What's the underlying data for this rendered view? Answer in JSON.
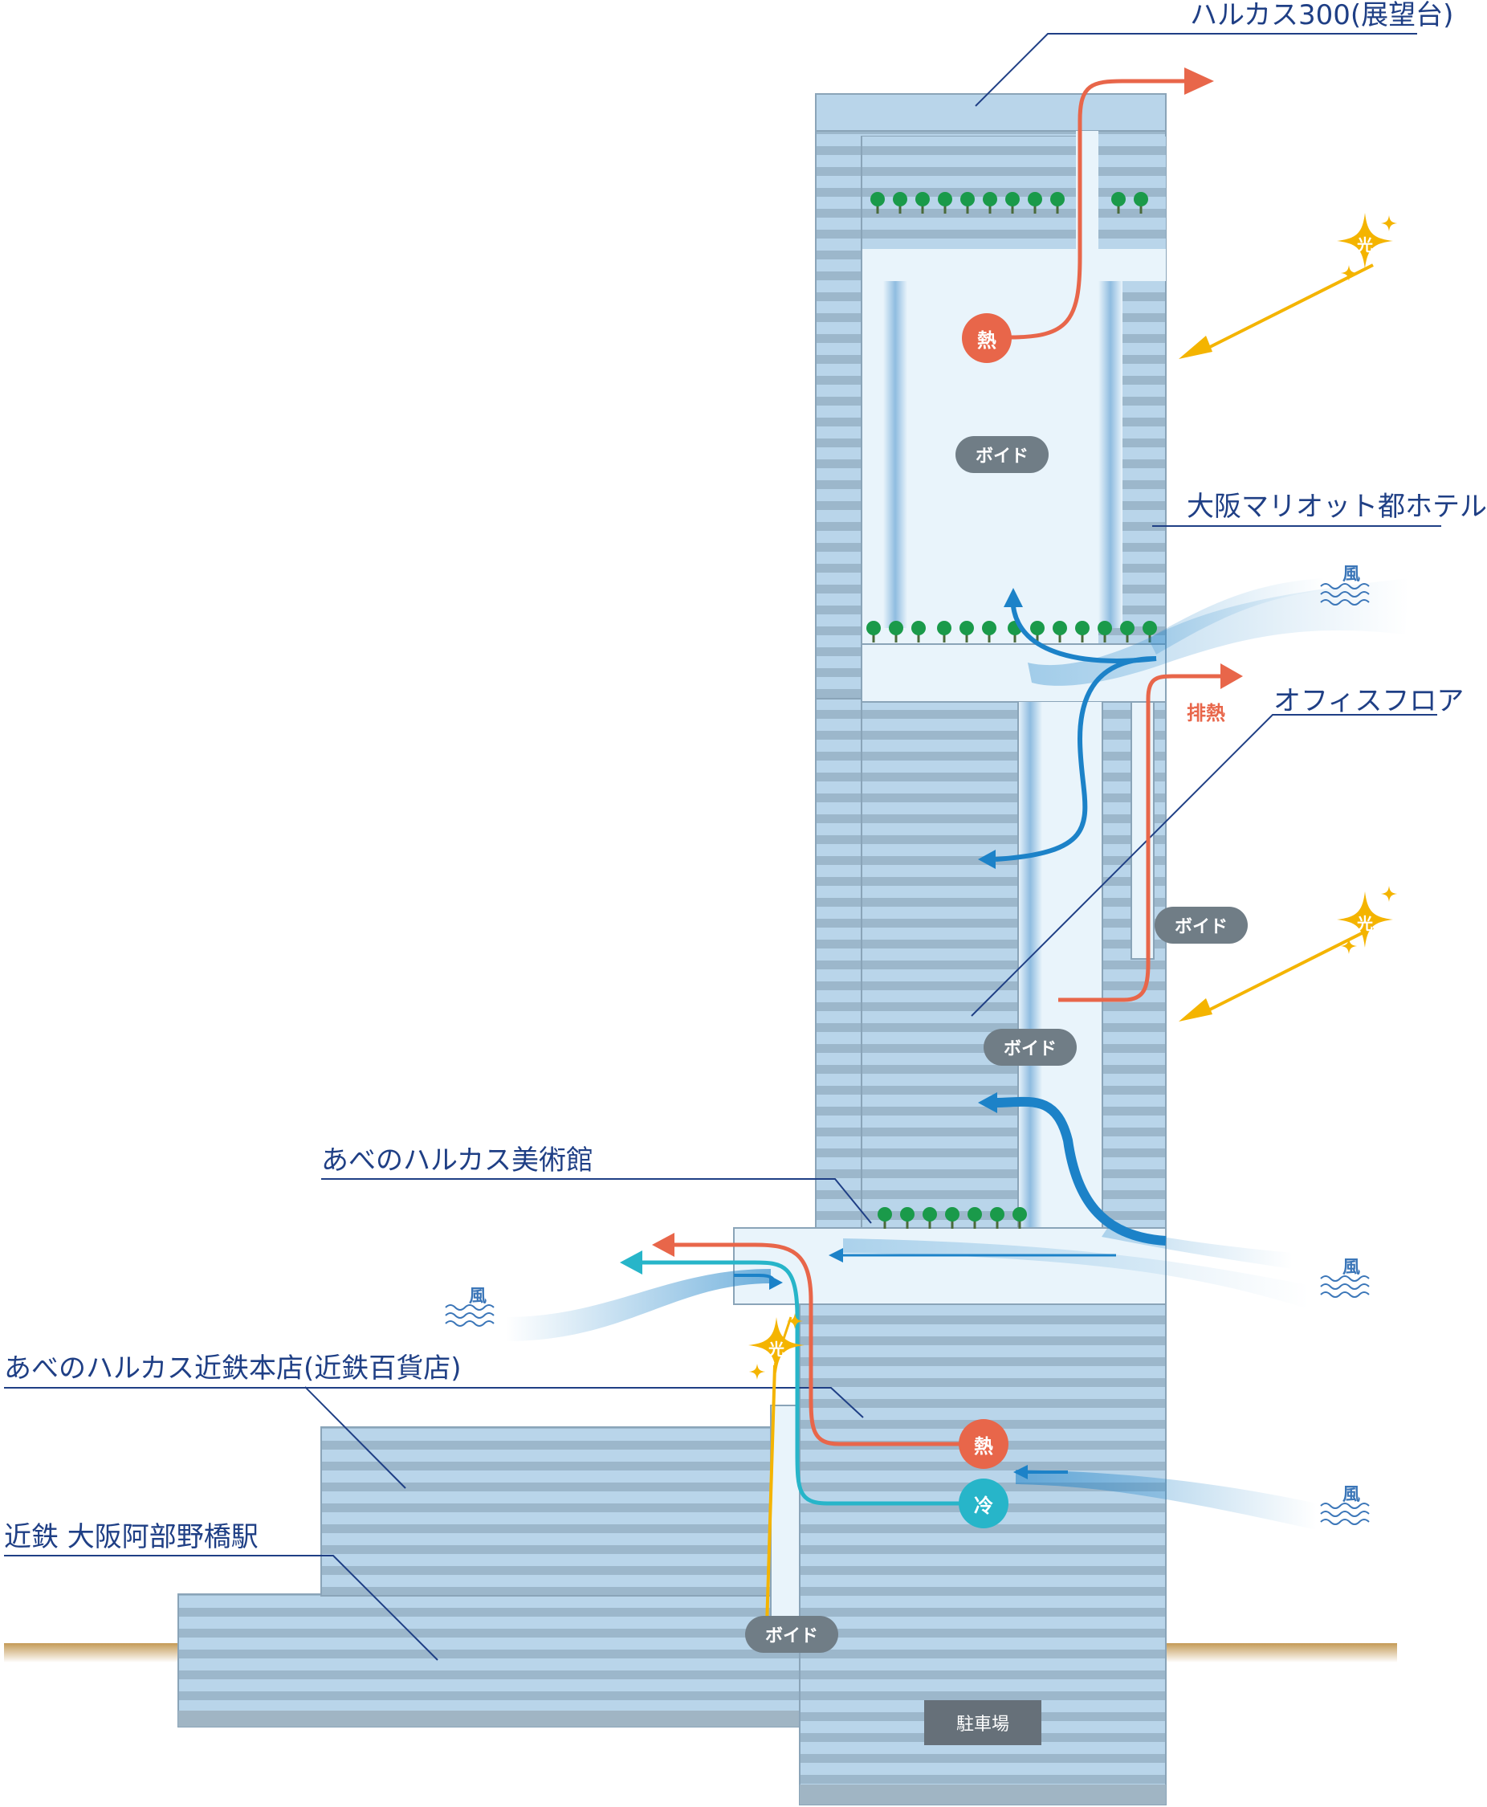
{
  "labels": {
    "harukas300": "ハルカス300(展望台)",
    "marriott": "大阪マリオット都ホテル",
    "office": "オフィスフロア",
    "museum": "あべのハルカス美術館",
    "department_store": "あべのハルカス近鉄本店(近鉄百貨店)",
    "station": "近鉄 大阪阿部野橋駅"
  },
  "void_label": "ボイド",
  "heat_label": "熱",
  "cool_label": "冷",
  "exhaust_label": "排熱",
  "wind_label": "風",
  "light_label": "光",
  "parking_label": "駐車場",
  "colors": {
    "building": "#b9d5ea",
    "stripe": "#9ab4c8",
    "void": "#e9f4fb",
    "heat": "#e8664a",
    "cool": "#27b5c9",
    "wind": "#1c82c8",
    "light": "#f4b400",
    "tree": "#1a9a4a",
    "pill": "#707d86",
    "label": "#1f3f85"
  }
}
